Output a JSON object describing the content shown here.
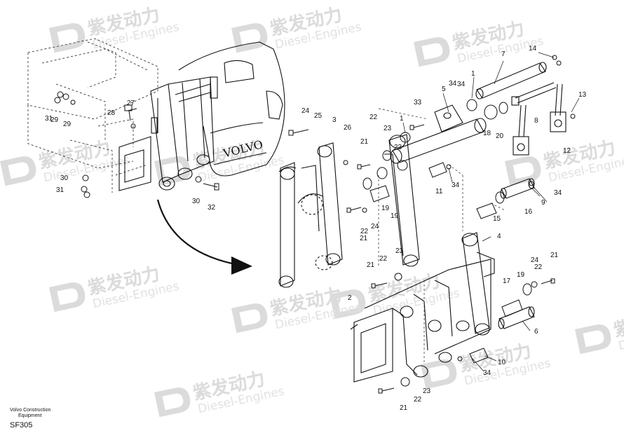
{
  "footer": {
    "brand_line1": "Volvo Construction",
    "brand_line2": "Equipment",
    "code": "SF305"
  },
  "watermark": {
    "main": "紫发动力",
    "sub": "Diesel-Engines",
    "color": "#d7d7d7"
  },
  "grille": {
    "logo_text": "VOLVO"
  },
  "callouts": [
    "1",
    "1",
    "2",
    "3",
    "4",
    "5",
    "6",
    "7",
    "8",
    "9",
    "10",
    "11",
    "12",
    "13",
    "14",
    "15",
    "16",
    "17",
    "18",
    "19",
    "19",
    "19",
    "20",
    "21",
    "21",
    "21",
    "21",
    "21",
    "22",
    "22",
    "22",
    "22",
    "22",
    "23",
    "23",
    "23",
    "23",
    "24",
    "24",
    "24",
    "25",
    "26",
    "27",
    "28",
    "29",
    "29",
    "30",
    "30",
    "31",
    "31",
    "32",
    "33",
    "34",
    "34",
    "34",
    "34",
    "34"
  ]
}
